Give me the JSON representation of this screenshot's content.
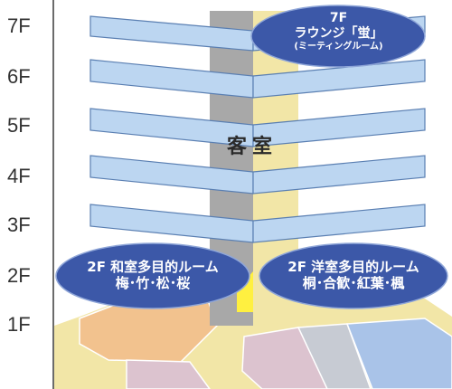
{
  "floors": [
    "7F",
    "6F",
    "5F",
    "4F",
    "3F",
    "2F",
    "1F"
  ],
  "guest_rooms_label": "客室",
  "callouts": {
    "f7": {
      "line1": "7F",
      "line2": "ラウンジ「蛍」",
      "line3": "(ミーティングルーム)"
    },
    "f2_japanese": {
      "line1": "2F 和室多目的ルーム",
      "line2": "梅･竹･松･桜"
    },
    "f2_western": {
      "line1": "2F 洋室多目的ルーム",
      "line2": "桐･合歓･紅葉･楓"
    }
  },
  "colors": {
    "slab": "#bcd6f1",
    "slab_edge": "#5a7fb2",
    "core_yellow": "#f2e6a7",
    "core_gray": "#a8a8a8",
    "bubble": "#3c58a8",
    "floor1_orange": "#f2c28e",
    "floor1_pink": "#dcc3cf",
    "floor1_blue": "#a9c3e8",
    "highlight_yellow": "#fff040"
  }
}
